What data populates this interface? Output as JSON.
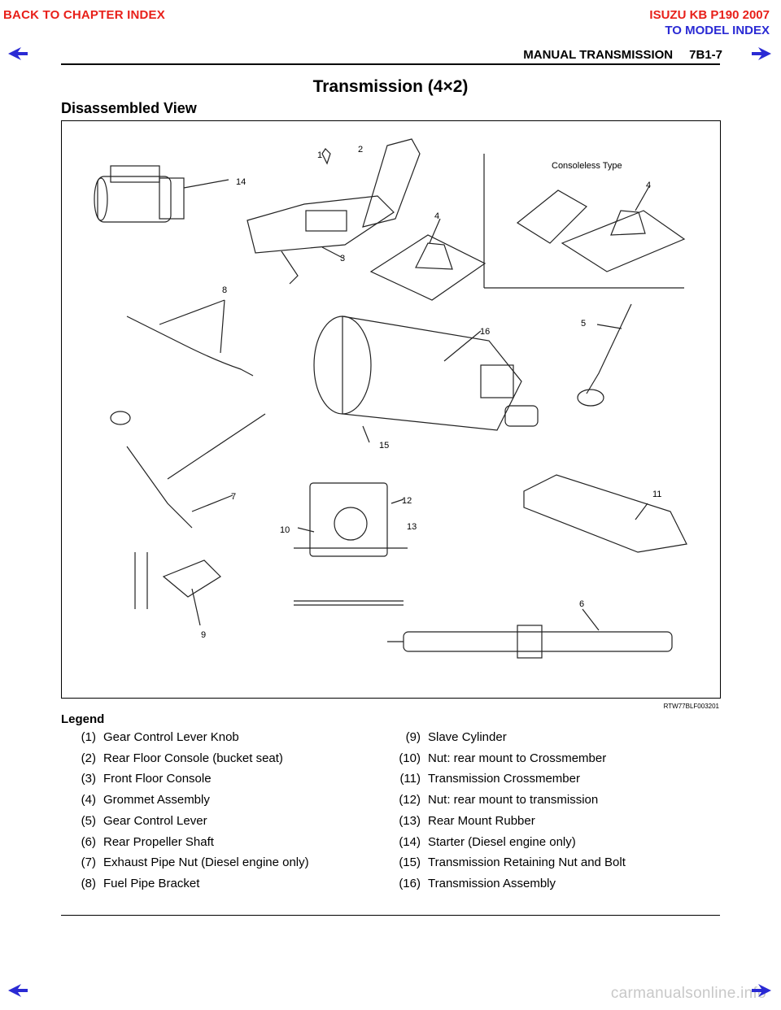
{
  "header": {
    "back_link": "BACK TO CHAPTER INDEX",
    "model_title": "ISUZU KB P190 2007",
    "model_link": "TO MODEL INDEX",
    "section": "MANUAL TRANSMISSION",
    "page": "7B1-7",
    "nav_icon_color": "#2a2ad4"
  },
  "title": "Transmission (4×2)",
  "subtitle": "Disassembled View",
  "figure": {
    "code": "RTW77BLF003201",
    "consoleless_label": "Consoleless Type",
    "callouts": [
      "1",
      "2",
      "3",
      "4",
      "4",
      "5",
      "6",
      "7",
      "8",
      "9",
      "10",
      "11",
      "12",
      "13",
      "14",
      "15",
      "16"
    ]
  },
  "legend": {
    "title": "Legend",
    "items": [
      {
        "num": "(1)",
        "text": "Gear Control Lever Knob"
      },
      {
        "num": "(2)",
        "text": "Rear Floor Console (bucket seat)"
      },
      {
        "num": "(3)",
        "text": "Front Floor Console"
      },
      {
        "num": "(4)",
        "text": "Grommet Assembly"
      },
      {
        "num": "(5)",
        "text": "Gear Control Lever"
      },
      {
        "num": "(6)",
        "text": "Rear Propeller Shaft"
      },
      {
        "num": "(7)",
        "text": "Exhaust Pipe Nut (Diesel engine only)"
      },
      {
        "num": "(8)",
        "text": "Fuel Pipe Bracket"
      },
      {
        "num": "(9)",
        "text": "Slave Cylinder"
      },
      {
        "num": "(10)",
        "text": "Nut: rear mount to Crossmember"
      },
      {
        "num": "(11)",
        "text": "Transmission Crossmember"
      },
      {
        "num": "(12)",
        "text": "Nut: rear mount to transmission"
      },
      {
        "num": "(13)",
        "text": "Rear Mount Rubber"
      },
      {
        "num": "(14)",
        "text": "Starter (Diesel engine only)"
      },
      {
        "num": "(15)",
        "text": "Transmission Retaining Nut and Bolt"
      },
      {
        "num": "(16)",
        "text": "Transmission Assembly"
      }
    ]
  },
  "watermark": "carmanualsonline.info"
}
